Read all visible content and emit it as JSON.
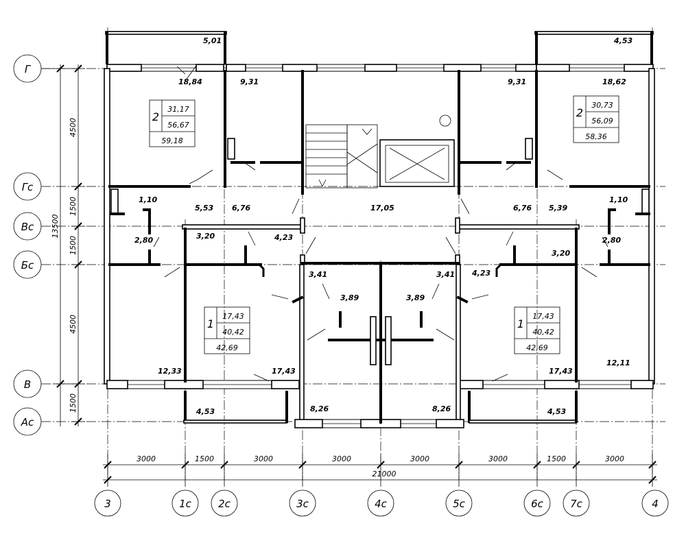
{
  "axes_vertical": [
    "3",
    "1с",
    "2с",
    "3с",
    "4с",
    "5с",
    "6с",
    "7с",
    "4"
  ],
  "axes_horizontal": [
    "Г",
    "Гс",
    "Вс",
    "Бс",
    "В",
    "Ас"
  ],
  "dims_bottom": [
    "3000",
    "1500",
    "3000",
    "3000",
    "3000",
    "3000",
    "1500",
    "3000"
  ],
  "dim_total_bottom": "21000",
  "dims_left": [
    "4500",
    "1500",
    "1500",
    "4500",
    "1500"
  ],
  "dim_total_left": "13500",
  "rooms": [
    "5,01",
    "4,53",
    "18,84",
    "9,31",
    "9,31",
    "18,62",
    "1,10",
    "5,53",
    "6,76",
    "17,05",
    "6,76",
    "5,39",
    "1,10",
    "2,80",
    "3,20",
    "4,23",
    "4,23",
    "3,20",
    "2,80",
    "3,41",
    "3,89",
    "3,89",
    "3,41",
    "12,33",
    "17,43",
    "17,43",
    "12,11",
    "4,53",
    "8,26",
    "8,26",
    "4,53"
  ],
  "apartments": [
    {
      "number": "2",
      "area1": "31,17",
      "area2": "56,67",
      "area3": "59,18"
    },
    {
      "number": "2",
      "area1": "30,73",
      "area2": "56,09",
      "area3": "58,36"
    },
    {
      "number": "1",
      "area1": "17,43",
      "area2": "40,42",
      "area3": "42,69"
    },
    {
      "number": "1",
      "area1": "17,43",
      "area2": "40,42",
      "area3": "42,69"
    }
  ]
}
